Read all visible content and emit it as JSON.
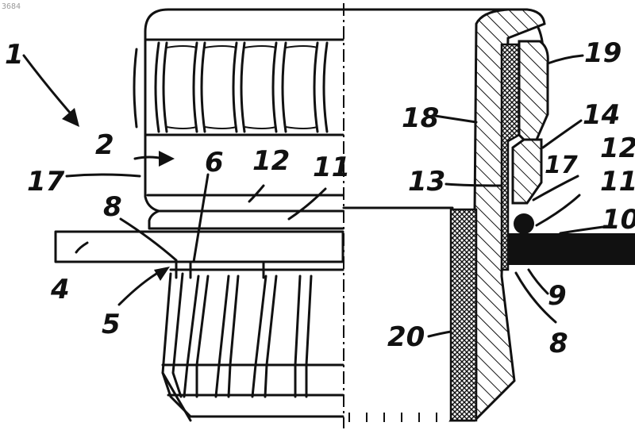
{
  "image_code": "3684",
  "labels": {
    "l1": "1",
    "l2": "2",
    "l4": "4",
    "l5": "5",
    "l6": "6",
    "l8a": "8",
    "l8b": "8",
    "l9": "9",
    "l10": "10",
    "l11a": "11",
    "l11b": "11",
    "l12a": "12",
    "l12b": "12",
    "l13": "13",
    "l14": "14",
    "l17a": "17",
    "l17b": "17",
    "l18": "18",
    "l19": "19",
    "l20": "20"
  },
  "colors": {
    "ink": "#111111",
    "paper": "#ffffff"
  }
}
